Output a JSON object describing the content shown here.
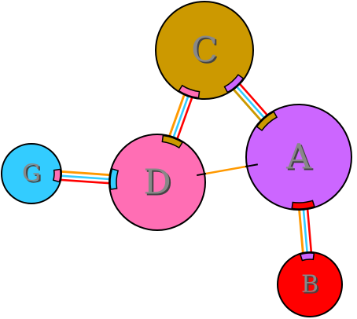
{
  "nodes": [
    {
      "id": "A",
      "label": "A",
      "fill": "#cc66ff"
    },
    {
      "id": "B",
      "label": "B",
      "fill": "#ff0000"
    },
    {
      "id": "C",
      "label": "C",
      "fill": "#cc9900"
    },
    {
      "id": "D",
      "label": "D",
      "fill": "#ff6eb4"
    },
    {
      "id": "G",
      "label": "G",
      "fill": "#33ccff"
    }
  ],
  "edges": [
    {
      "from": "C",
      "to": "A",
      "colors": [
        "#ff0000",
        "#ffffff",
        "#33ccff",
        "#ffffff",
        "#cc9900"
      ]
    },
    {
      "from": "C",
      "to": "D",
      "colors": [
        "#ff0000",
        "#ffffff",
        "#33ccff",
        "#ffffff",
        "#ff9900"
      ]
    },
    {
      "from": "A",
      "to": "B",
      "colors": [
        "#ff0000",
        "#ffffff",
        "#33ccff",
        "#ffffff",
        "#ff9900"
      ]
    },
    {
      "from": "D",
      "to": "G",
      "colors": [
        "#ff0000",
        "#ffffff",
        "#33ccff",
        "#ffffff",
        "#ff9900"
      ]
    },
    {
      "from": "D",
      "to": "A",
      "colors": [
        "#ff9900"
      ]
    }
  ],
  "colors": {
    "outline": "#000000",
    "label_text": "#888888",
    "label_shadow": "#444444",
    "background": "#ffffff"
  }
}
